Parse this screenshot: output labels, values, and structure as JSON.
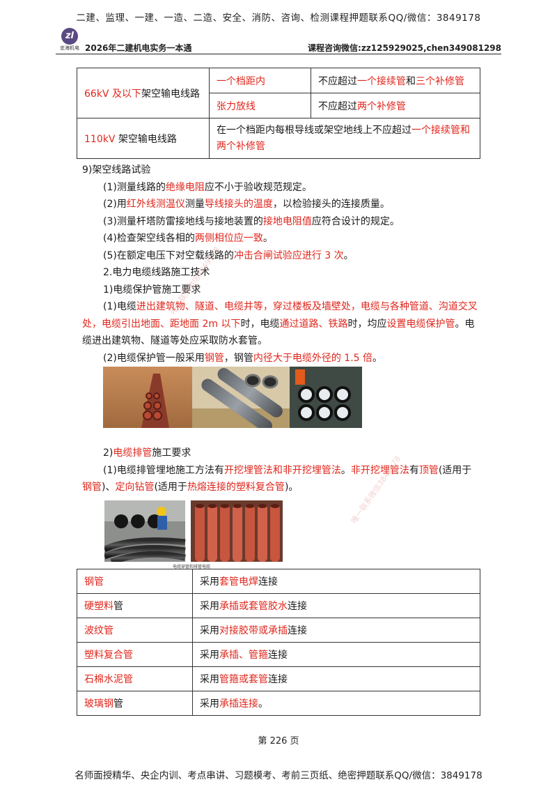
{
  "banner_top": "二建、监理、一建、一造、二造、安全、消防、咨询、检测课程押题联系QQ/微信：3849178",
  "header": {
    "logo_mark": "zl",
    "logo_text": "忠海机电",
    "book_title": "2026年二建机电实务一本通",
    "contact": "课程咨询微信:zz125929025,chen349081298"
  },
  "table1": {
    "r1_a": "66kV 及以下",
    "r1_b": "架空输电线路",
    "r1_c1": "一个档距内",
    "r1_d1_a": "不应超过",
    "r1_d1_b": "一个接续管",
    "r1_d1_c": "和",
    "r1_d1_d": "三个补修管",
    "r1_c2": "张力放线",
    "r1_d2_a": "不应超过",
    "r1_d2_b": "两个补修管",
    "r2_a": "110kV",
    "r2_b": " 架空输电线路",
    "r2_c_a": "在一个档距内每根导线或架空地线上不应超过",
    "r2_c_b": "一个接续管和两个补修管"
  },
  "sec9": {
    "title": "9)架空线路试验",
    "i1_a": "(1)测量线路的",
    "i1_b": "绝缘电阻",
    "i1_c": "应不小于验收规范规定。",
    "i2_a": "(2)用",
    "i2_b": "红外线测温仪",
    "i2_c": "测量",
    "i2_d": "导线接头的温度",
    "i2_e": "，以检验接头的连接质量。",
    "i3_a": "(3)测量杆塔防雷接地线与接地装置的",
    "i3_b": "接地电阻值",
    "i3_c": "应符合设计的规定。",
    "i4_a": "(4)检查架空线各相的",
    "i4_b": "两侧相位应一致",
    "i4_c": "。",
    "i5_a": "(5)在额定电压下对空载线路的",
    "i5_b": "冲击合闸试验应进行 3 次",
    "i5_c": "。"
  },
  "sec2": {
    "title": "2.电力电缆线路施工技术",
    "sub1": "1)电缆保护管施工要求",
    "p1_a": "(1)电缆",
    "p1_b": "进出建筑物、隧道、电缆井等，穿过楼板及墙壁处，电缆与各种管道、沟道交叉处，电缆引出地面、距地面 2m 以下",
    "p1_c": "时，电缆",
    "p1_d": "通过道路、铁路",
    "p1_e": "时，均应",
    "p1_f": "设置电缆保护管",
    "p1_g": "。电缆进出建筑物、隧道等处应采取防水套管。",
    "p2_a": "(2)电缆保护管一般采用",
    "p2_b": "钢管",
    "p2_c": "，钢管",
    "p2_d": "内径大于电缆外径的 1.5 倍",
    "p2_e": "。",
    "sub2_a": "2)",
    "sub2_b": "电缆排管",
    "sub2_c": "施工要求",
    "p3_a": "(1)电缆排管埋地施工方法有",
    "p3_b": "开挖埋管法和非开挖埋管法",
    "p3_c": "。",
    "p3_d": "非开挖埋管法",
    "p3_e": "有",
    "p3_f": "顶管",
    "p3_g": "(适用于",
    "p3_h": "钢管",
    "p3_i": ")、",
    "p3_j": "定向钻管",
    "p3_k": "(适用于",
    "p3_l": "热熔连接的塑料复合管",
    "p3_m": ")。"
  },
  "caption": "电缆穿管和排管电缆",
  "table2": {
    "rows": [
      {
        "a_red": "钢管",
        "a_black": "",
        "b1": "采用",
        "b2": "套管电焊",
        "b3": "连接"
      },
      {
        "a_red": "硬塑料",
        "a_black": "管",
        "b1": "采用",
        "b2": "承插或套管胶水",
        "b3": "连接"
      },
      {
        "a_red": "波纹管",
        "a_black": "",
        "b1": "采用",
        "b2": "对接胶带或承插",
        "b3": "连接"
      },
      {
        "a_red": "塑料复合管",
        "a_black": "",
        "b1": "采用",
        "b2": "承插、管箍",
        "b3": "连接"
      },
      {
        "a_red": "石棉水泥管",
        "a_black": "",
        "b1": "采用",
        "b2": "管箍或套管",
        "b3": "连接"
      },
      {
        "a_red": "玻璃钢",
        "a_black": "管",
        "b1": "采用",
        "b2": "承插连接",
        "b3": "。"
      }
    ]
  },
  "watermark1": "唯一联系微信3849178",
  "watermark2": "唯一联系微信3849178",
  "page_number": "第 226 页",
  "banner_bottom": "名师面授精华、央企内训、考点串讲、习题模考、考前三页纸、绝密押题联系QQ/微信：3849178",
  "colors": {
    "accent_red": "#e0261c"
  }
}
